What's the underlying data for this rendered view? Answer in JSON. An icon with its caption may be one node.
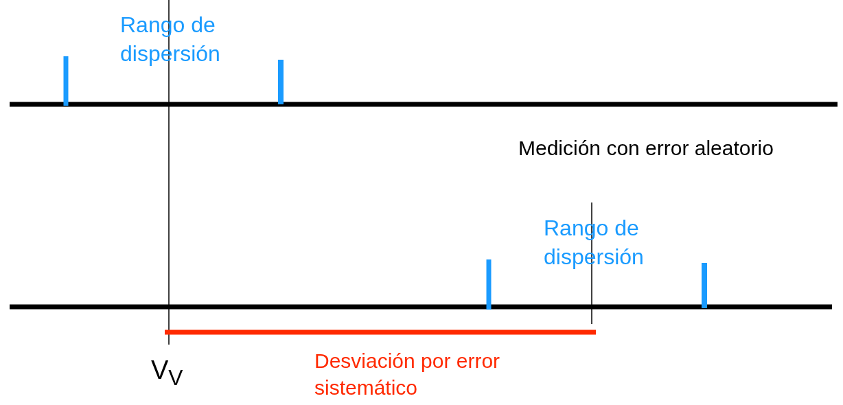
{
  "diagram": {
    "labels": [
      "Rango de dispersión",
      "Medición con error aleatorio",
      "Rango de dispersión",
      "V$_{V}$",
      "Desviación por error sistemático"
    ]
  }
}
